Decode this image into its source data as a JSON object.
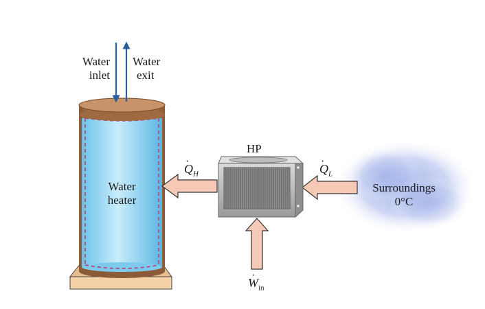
{
  "labels": {
    "water_inlet_line1": "Water",
    "water_inlet_line2": "inlet",
    "water_exit_line1": "Water",
    "water_exit_line2": "exit",
    "water_heater_line1": "Water",
    "water_heater_line2": "heater",
    "hp": "HP",
    "surroundings_line1": "Surroundings",
    "surroundings_line2": "0°C"
  },
  "symbols": {
    "q_h_base": "Q",
    "q_h_sub": "H",
    "q_l_base": "Q",
    "q_l_sub": "L",
    "w_in_base": "W",
    "w_in_sub": "in",
    "dot": "·"
  },
  "colors": {
    "pipe_arrow": "#2a5f9e",
    "tank_cap": "#b07a50",
    "tank_water": "#9fd9f2",
    "tank_dashed": "#c0306a",
    "base": "#f5d3a6",
    "heat_arrow_fill": "#f6c9b6",
    "heat_arrow_stroke": "#333333",
    "hp_unit": "#b8b8b8",
    "surroundings_cloud": "#a9b8ea"
  }
}
